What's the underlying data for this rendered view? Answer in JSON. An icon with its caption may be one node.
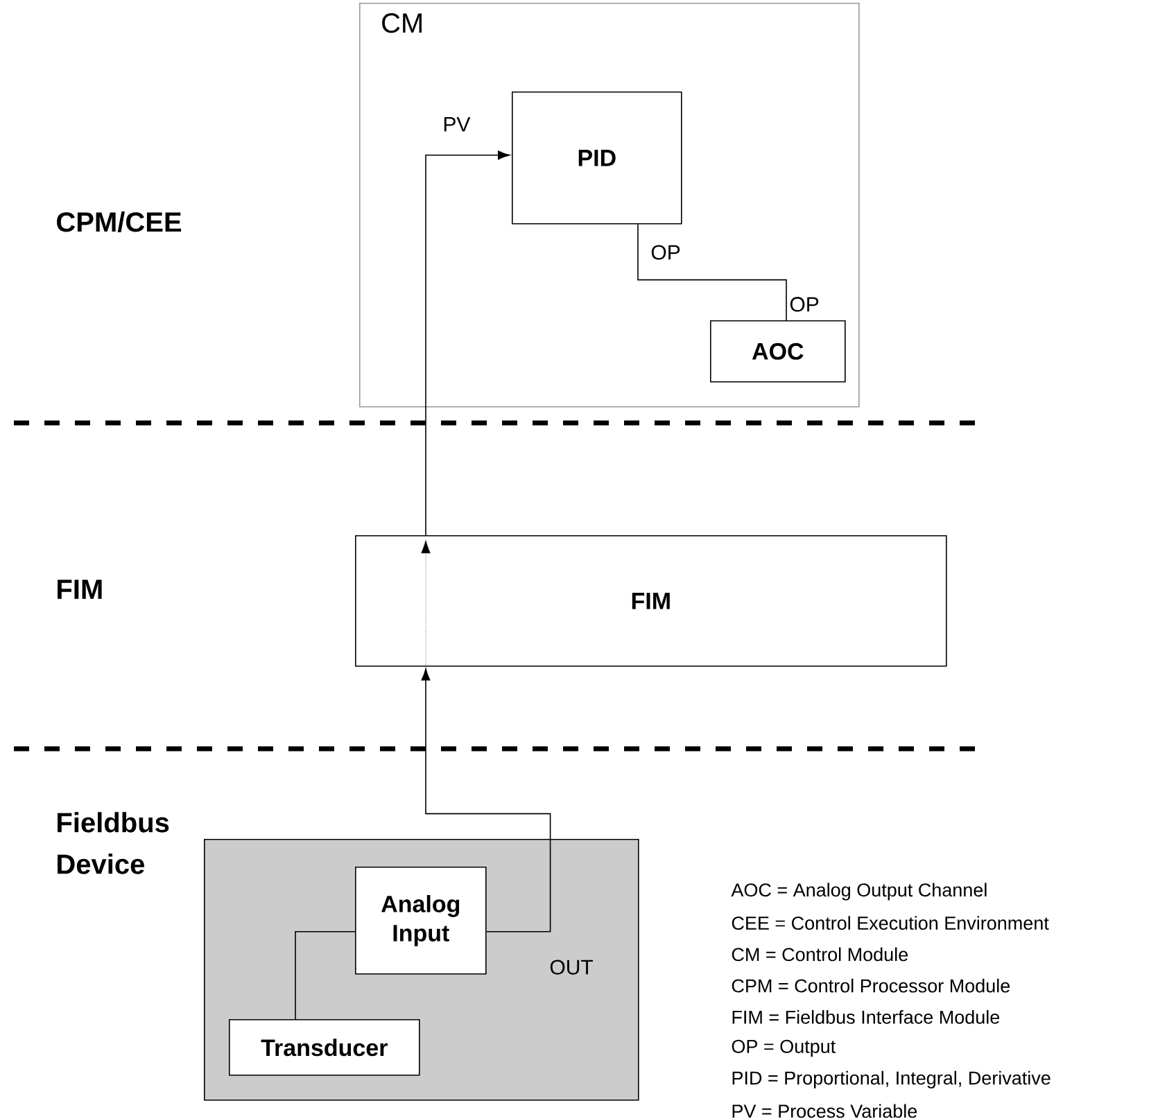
{
  "diagram": {
    "nodes": [
      {
        "text": [
          "CM"
        ]
      },
      {
        "text": [
          "PID"
        ],
        "in": 0
      },
      {
        "text": [
          "AOC"
        ],
        "in": 0
      },
      {
        "text": [
          "FIM"
        ]
      },
      {
        "text": [],
        "shape": "box"
      },
      {
        "text": [
          "Analog Input"
        ],
        "in": 4
      },
      {
        "text": [
          "Transducer"
        ],
        "in": 4
      }
    ],
    "edges": [
      {
        "from": 6,
        "to": 5,
        "arrow": "none"
      },
      {
        "from": 5,
        "to": 3,
        "arrow": "to",
        "label": "OUT"
      },
      {
        "from": 3,
        "to": 1,
        "arrow": "to",
        "label": "PV"
      },
      {
        "from": 1,
        "to": 2,
        "arrow": "none",
        "label": "OP"
      }
    ],
    "labels": [
      "CPM/CEE",
      "OP",
      "FIM",
      "Fieldbus Device",
      "AOC = Analog Output Channel",
      "CEE = Control Execution Environment",
      "CM = Control Module",
      "CPM = Control Processor Module",
      "FIM = Fieldbus Interface Module",
      "OP = Output",
      "PID = Proportional, Integral, Derivative",
      "PV = Process Variable"
    ]
  }
}
